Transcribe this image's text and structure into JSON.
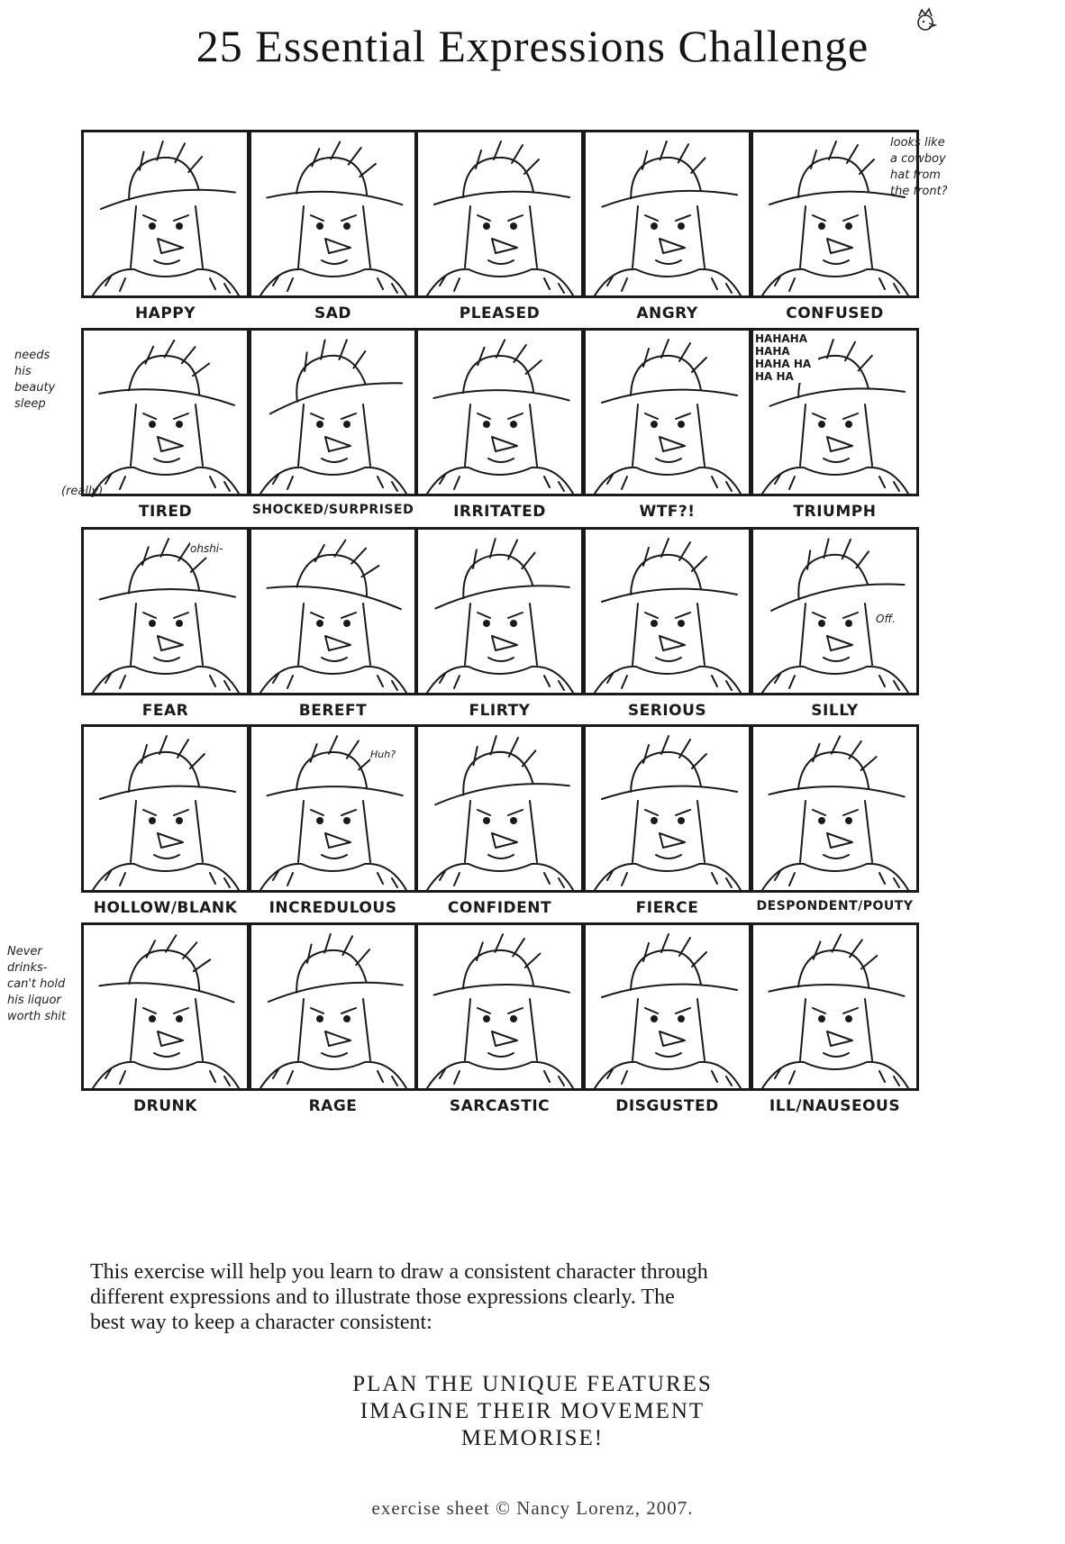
{
  "title": "25 Essential Expressions Challenge",
  "expressions": [
    "HAPPY",
    "SAD",
    "PLEASED",
    "ANGRY",
    "CONFUSED",
    "TIRED",
    "SHOCKED/SURPRISED",
    "IRRITATED",
    "WTF?!",
    "TRIUMPH",
    "FEAR",
    "BEREFT",
    "FLIRTY",
    "SERIOUS",
    "SILLY",
    "HOLLOW/BLANK",
    "INCREDULOUS",
    "CONFIDENT",
    "FIERCE",
    "DESPONDENT/POUTY",
    "DRUNK",
    "RAGE",
    "SARCASTIC",
    "DISGUSTED",
    "ILL/NAUSEOUS"
  ],
  "notes": {
    "confused_side": "looks like\na cowboy\nhat from\nthe front?",
    "tired_side": "needs\nhis\nbeauty\nsleep",
    "tired_prefix": "(really)",
    "drunk_side": "Never\ndrinks-\ncan't hold\nhis liquor\nworth shit",
    "triumph_laugh": "HAHAHA HAHA HAHA HA HA HA",
    "fear_bubble": "ohshi-",
    "silly_bubble": "Off.",
    "incredulous_bubble": "Huh?"
  },
  "paragraph": [
    "This exercise will help you learn to draw a consistent character through",
    "different expressions and to illustrate those expressions clearly.  The",
    "best way to keep a character consistent:"
  ],
  "steps": [
    "PLAN THE UNIQUE FEATURES",
    "IMAGINE THEIR MOVEMENT",
    "MEMORISE!"
  ],
  "credit": "exercise sheet © Nancy Lorenz, 2007."
}
